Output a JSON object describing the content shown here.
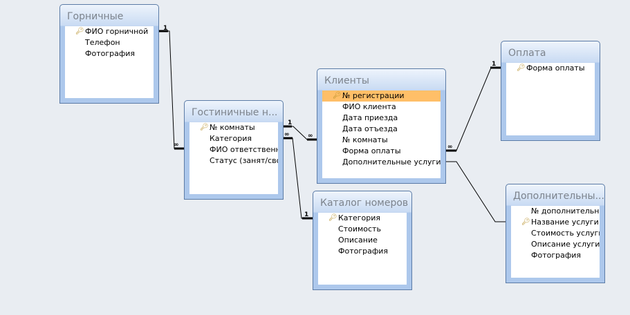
{
  "tables": [
    {
      "title": "Горничные",
      "fields": [
        {
          "name": "ФИО горничной",
          "key": true
        },
        {
          "name": "Телефон"
        },
        {
          "name": "Фотография"
        }
      ]
    },
    {
      "title": "Гостиничные н...",
      "fields": [
        {
          "name": "№ комнаты",
          "key": true
        },
        {
          "name": "Категория"
        },
        {
          "name": "ФИО ответственно"
        },
        {
          "name": "Статус (занят/своб"
        }
      ]
    },
    {
      "title": "Клиенты",
      "fields": [
        {
          "name": "№ регистрации",
          "key": true,
          "selected": true
        },
        {
          "name": "ФИО клиента"
        },
        {
          "name": "Дата приезда"
        },
        {
          "name": "Дата отъезда"
        },
        {
          "name": "№ комнаты"
        },
        {
          "name": "Форма оплаты"
        },
        {
          "name": "Дополнительные услуги"
        }
      ]
    },
    {
      "title": "Оплата",
      "fields": [
        {
          "name": "Форма оплаты",
          "key": true
        }
      ]
    },
    {
      "title": "Каталог номеров",
      "fields": [
        {
          "name": "Категория",
          "key": true
        },
        {
          "name": "Стоимость"
        },
        {
          "name": "Описание"
        },
        {
          "name": "Фотография"
        }
      ]
    },
    {
      "title": "Дополнительны...",
      "fields": [
        {
          "name": "№ дополнительно"
        },
        {
          "name": "Название услуги",
          "key": true
        },
        {
          "name": "Стоимость услуги"
        },
        {
          "name": "Описание услуги"
        },
        {
          "name": "Фотография"
        }
      ]
    }
  ],
  "labels": {
    "one": "1",
    "many": "∞"
  }
}
